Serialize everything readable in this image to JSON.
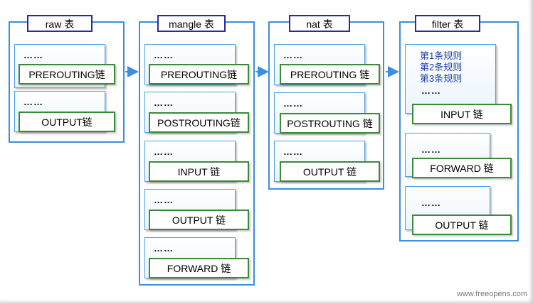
{
  "tables": [
    {
      "title": "raw 表",
      "panels": [
        {
          "dots": "……",
          "chain": "PREROUTING链"
        },
        {
          "dots": "……",
          "chain": "OUTPUT链"
        }
      ]
    },
    {
      "title": "mangle 表",
      "panels": [
        {
          "dots": "……",
          "chain": "PREROUTING链"
        },
        {
          "dots": "……",
          "chain": "POSTROUTING链"
        },
        {
          "dots": "……",
          "chain": "INPUT 链"
        },
        {
          "dots": "……",
          "chain": "OUTPUT 链"
        },
        {
          "dots": "……",
          "chain": "FORWARD 链"
        }
      ]
    },
    {
      "title": "nat 表",
      "panels": [
        {
          "dots": "……",
          "chain": "PREROUTING 链"
        },
        {
          "dots": "……",
          "chain": "POSTROUTING 链"
        },
        {
          "dots": "……",
          "chain": "OUTPUT 链"
        }
      ]
    },
    {
      "title": "filter 表",
      "panels": [
        {
          "rules": [
            "第1条规则",
            "第2条规则",
            "第3条规则"
          ],
          "dots": "……",
          "chain": "INPUT 链"
        },
        {
          "dots": "……",
          "chain": "FORWARD 链"
        },
        {
          "dots": "……",
          "chain": "OUTPUT 链"
        }
      ]
    }
  ],
  "watermark": "www.freeopens.com",
  "colors": {
    "table_border": "#3c8ee0",
    "title_border": "#2a2aa0",
    "chain_border": "#3a8a3a",
    "rule_text": "#1a3fb0",
    "arrow": "#3c8ee0"
  }
}
